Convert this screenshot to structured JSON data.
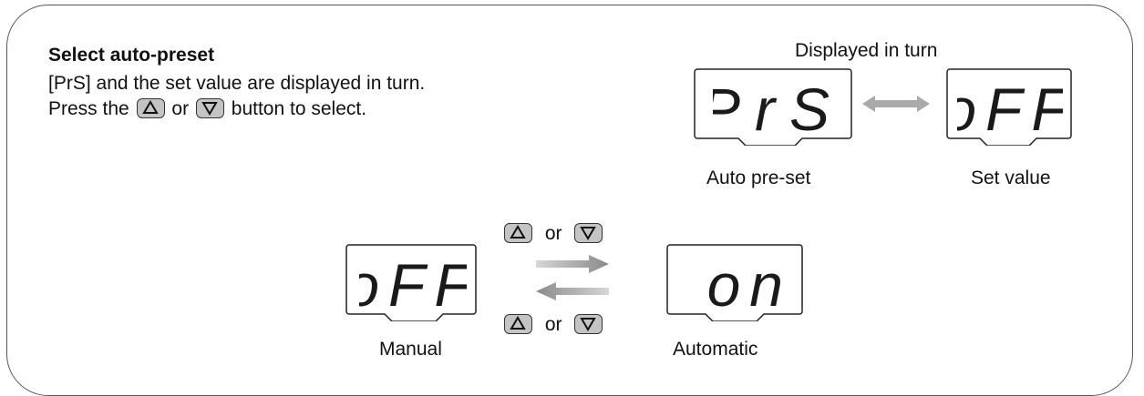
{
  "instruction": {
    "title": "Select auto-preset",
    "line1": "[PrS] and the set value are displayed in turn.",
    "line2_before": "Press the",
    "line2_or": "or",
    "line2_after": "button to select."
  },
  "displayed_in_turn": {
    "heading": "Displayed in turn",
    "left_display": {
      "text": "PrS",
      "caption": "Auto pre-set"
    },
    "right_display": {
      "text": "oFF",
      "caption": "Set value"
    }
  },
  "selection": {
    "manual_display": {
      "text": "oFF",
      "caption": "Manual"
    },
    "automatic_display": {
      "text": "on",
      "caption": "Automatic"
    },
    "top_keys_or": "or",
    "bottom_keys_or": "or"
  },
  "keys": {
    "up": "up-triangle",
    "down": "down-triangle"
  },
  "colors": {
    "key_fill": "#c4c4c4",
    "arrow_gray": "#999999",
    "outline": "#333333"
  }
}
